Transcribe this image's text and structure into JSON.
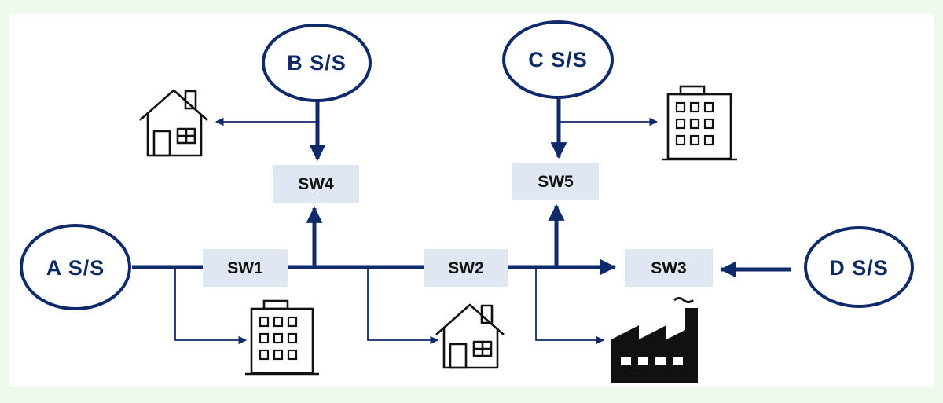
{
  "substations": {
    "a": "A S/S",
    "b": "B S/S",
    "c": "C S/S",
    "d": "D S/S"
  },
  "switches": {
    "sw1": "SW1",
    "sw2": "SW2",
    "sw3": "SW3",
    "sw4": "SW4",
    "sw5": "SW5"
  },
  "colors": {
    "line": "#0f2a6b",
    "switch_fill": "#dfe8f2",
    "icon": "#111111",
    "page_background": "#eef8ec"
  },
  "loads": [
    {
      "name": "house",
      "icon": "house-icon"
    },
    {
      "name": "office building",
      "icon": "building-icon"
    },
    {
      "name": "office building",
      "icon": "building-icon"
    },
    {
      "name": "house",
      "icon": "house-icon"
    },
    {
      "name": "factory",
      "icon": "factory-icon"
    }
  ]
}
